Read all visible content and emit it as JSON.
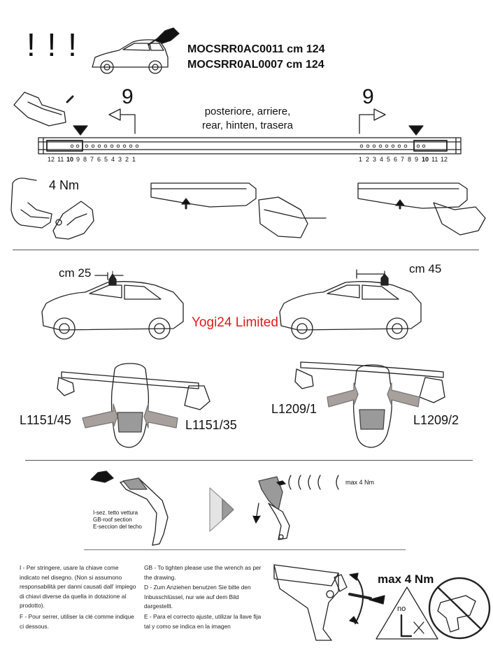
{
  "header": {
    "warning": "! ! !",
    "code_1": "MOCSRR0AC0011 cm 124",
    "code_2": "MOCSRR0AL0007 cm 124"
  },
  "rail": {
    "left_number": "9",
    "right_number": "9",
    "direction_label_1": "posteriore, arriere,",
    "direction_label_2": "rear, hinten, trasera",
    "left_scale": [
      "12",
      "11",
      "10",
      "9",
      "8",
      "7",
      "6",
      "5",
      "4",
      "3",
      "2",
      "1"
    ],
    "right_scale": [
      "1",
      "2",
      "3",
      "4",
      "5",
      "6",
      "7",
      "8",
      "9",
      "10",
      "11",
      "12"
    ],
    "highlight": "10"
  },
  "torque_top": "4 Nm",
  "positions": {
    "left_distance": "cm 25",
    "right_distance": "cm 45",
    "watermark": "Yogi24 Limited"
  },
  "kits": {
    "left_a": "L1151/45",
    "left_b": "L1151/35",
    "right_a": "L1209/1",
    "right_b": "L1209/2"
  },
  "roof_section": {
    "label_1": "I-sez. tetto vettura",
    "label_2": "GB-roof section",
    "label_3": "E-seccion del techo",
    "torque": "max 4 Nm"
  },
  "notes": {
    "it": "I - Per stringere, usare la chiave come indicato nel disegno. (Non si assumono responsabilità per danni causati dall' impiego di chiavi diverse da quella in dotazione al prodotto).",
    "fr": "F - Pour serrer, utiliser la clé comme indique ci dessous.",
    "gb": "GB - To tighten please use the wrench as per the drawing.",
    "de": "D - Zum Anziehen benutzen Sie bitte den Inbusschlüssel, nur wie auf dem Bild dargestellt.",
    "es": "E - Para el correcto ajuste, utilizar la llave fija tal y como se indica en la imagen"
  },
  "bottom": {
    "torque": "max 4 Nm",
    "no_label": "no"
  },
  "colors": {
    "arrow_fill": "#a7a09c",
    "grey_part": "#9a9a9a",
    "brand_red": "#e0191b"
  }
}
